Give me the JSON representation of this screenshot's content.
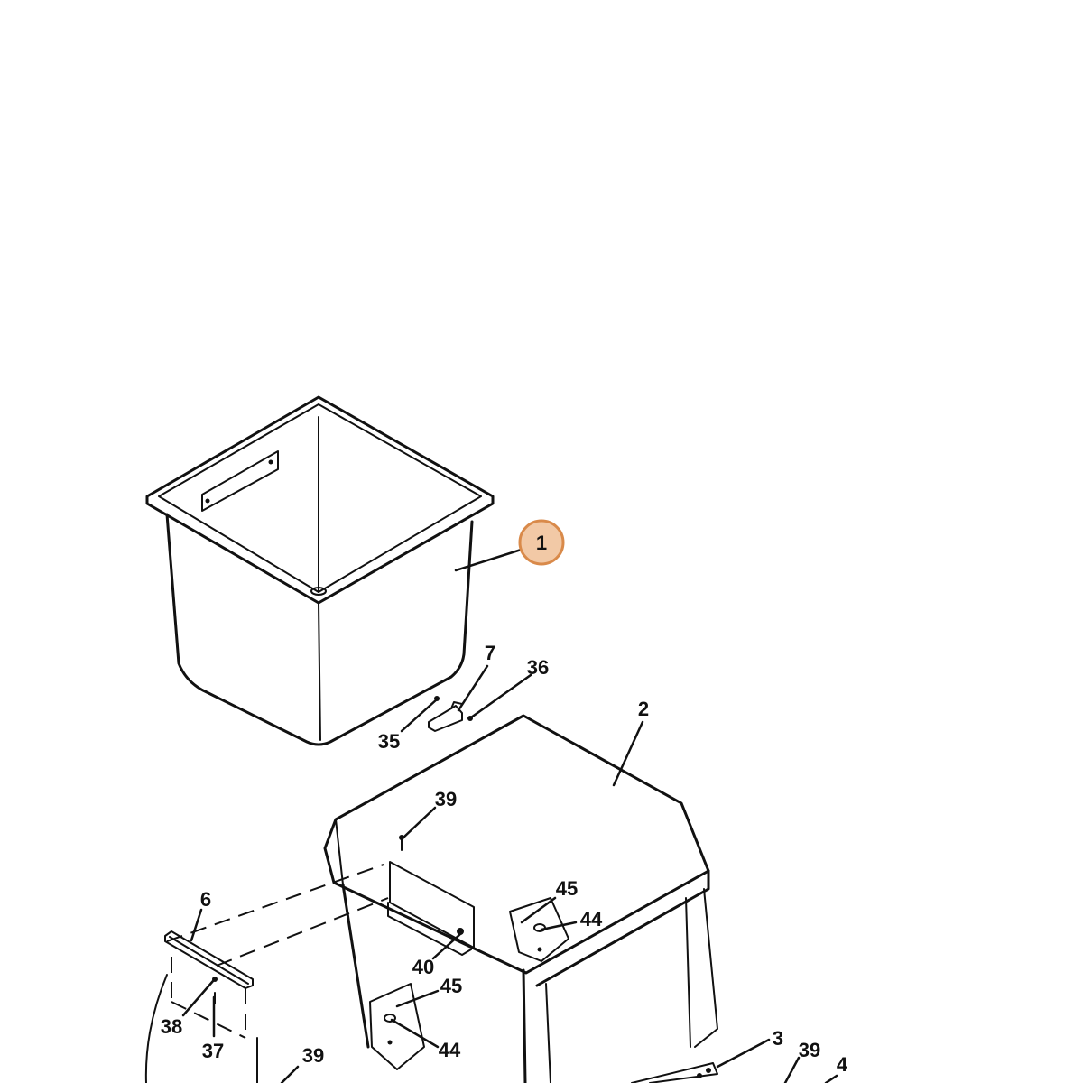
{
  "diagram": {
    "callouts": [
      {
        "id": "1",
        "text": "1",
        "highlighted": true
      },
      {
        "id": "2",
        "text": "2"
      },
      {
        "id": "3",
        "text": "3"
      },
      {
        "id": "4",
        "text": "4"
      },
      {
        "id": "6",
        "text": "6"
      },
      {
        "id": "7",
        "text": "7"
      },
      {
        "id": "35",
        "text": "35"
      },
      {
        "id": "36",
        "text": "36"
      },
      {
        "id": "37",
        "text": "37"
      },
      {
        "id": "38",
        "text": "38"
      },
      {
        "id": "39a",
        "text": "39"
      },
      {
        "id": "39b",
        "text": "39"
      },
      {
        "id": "39c",
        "text": "39"
      },
      {
        "id": "40",
        "text": "40"
      },
      {
        "id": "44a",
        "text": "44"
      },
      {
        "id": "44b",
        "text": "44"
      },
      {
        "id": "45a",
        "text": "45"
      },
      {
        "id": "45b",
        "text": "45"
      }
    ],
    "highlight_color": "#f2c9a6",
    "highlight_stroke": "#d98a4a",
    "line_color": "#111111"
  }
}
